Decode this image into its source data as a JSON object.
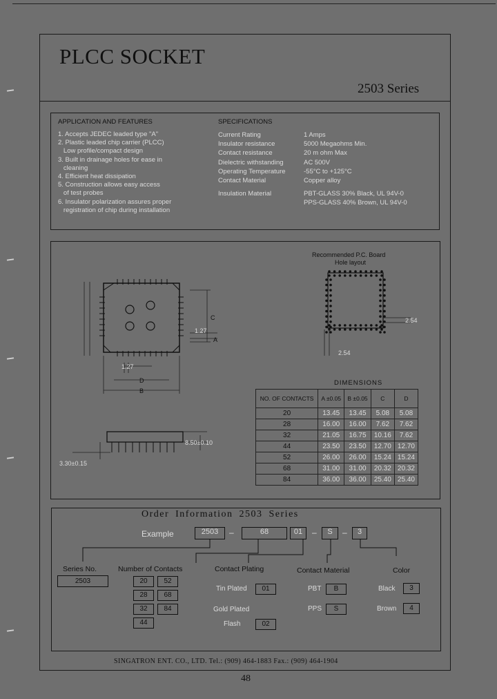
{
  "header": {
    "title": "PLCC SOCKET",
    "series": "2503 Series"
  },
  "features": {
    "heading": "APPLICATION AND FEATURES",
    "items": [
      "1. Accepts JEDEC leaded type \"A\"",
      "2. Plastic leaded chip carrier (PLCC)",
      "   Low profile/compact design",
      "3. Built in drainage holes for ease in",
      "   cleaning",
      "4. Efficient heat dissipation",
      "5. Construction allows easy access",
      "   of test probes",
      "6. Insulator polarization assures proper",
      "   registration of chip during installation"
    ]
  },
  "specifications": {
    "heading": "SPECIFICATIONS",
    "rows": [
      {
        "label": "Current Rating",
        "value": "1 Amps"
      },
      {
        "label": "Insulator resistance",
        "value": "5000 Megaohms Min."
      },
      {
        "label": "Contact resistance",
        "value": "20 m ohm Max"
      },
      {
        "label": "Dielectric withstanding",
        "value": "AC 500V"
      },
      {
        "label": "Operating Temperature",
        "value": "-55°C to +125°C"
      },
      {
        "label": "Contact Material",
        "value": "Copper alloy"
      },
      {
        "label": "Insulation Material",
        "value": "PBT-GLASS 30% Black, UL 94V-0"
      },
      {
        "label": "",
        "value": "PPS-GLASS 40% Brown, UL 94V-0"
      }
    ]
  },
  "drawing": {
    "pcb_note_1": "Recommended P.C. Board",
    "pcb_note_2": "Hole layout",
    "dim_127": "1.27",
    "dim_127b": "1.27",
    "dim_254": "2.54",
    "dim_254b": "2.54",
    "dim_height": "8.50±0.10",
    "dim_pin": "3.30±0.15",
    "label_a": "A",
    "label_b": "B",
    "label_c": "C",
    "label_d": "D"
  },
  "dimensions": {
    "title": "DIMENSIONS",
    "headers": [
      "NO. OF CONTACTS",
      "A ±0.05",
      "B ±0.05",
      "C",
      "D"
    ],
    "rows": [
      [
        "20",
        "13.45",
        "13.45",
        "5.08",
        "5.08"
      ],
      [
        "28",
        "16.00",
        "16.00",
        "7.62",
        "7.62"
      ],
      [
        "32",
        "21.05",
        "16.75",
        "10.16",
        "7.62"
      ],
      [
        "44",
        "23.50",
        "23.50",
        "12.70",
        "12.70"
      ],
      [
        "52",
        "26.00",
        "26.00",
        "15.24",
        "15.24"
      ],
      [
        "68",
        "31.00",
        "31.00",
        "20.32",
        "20.32"
      ],
      [
        "84",
        "36.00",
        "36.00",
        "25.40",
        "25.40"
      ]
    ]
  },
  "order": {
    "title": "Order Information 2503 Series",
    "example_label": "Example",
    "example_parts": [
      "2503",
      "68",
      "01",
      "S",
      "3"
    ],
    "series_no": {
      "heading": "Series No.",
      "value": "2503"
    },
    "contacts": {
      "heading": "Number of Contacts",
      "values": [
        "20",
        "52",
        "28",
        "68",
        "32",
        "84",
        "44"
      ]
    },
    "plating": {
      "heading": "Contact Plating",
      "tin_label": "Tin Plated",
      "tin_code": "01",
      "gold_label": "Gold Plated",
      "flash_label": "Flash",
      "flash_code": "02"
    },
    "material": {
      "heading": "Contact Material",
      "pbt_label": "PBT",
      "pbt_code": "B",
      "pps_label": "PPS",
      "pps_code": "S"
    },
    "color": {
      "heading": "Color",
      "black_label": "Black",
      "black_code": "3",
      "brown_label": "Brown",
      "brown_code": "4"
    }
  },
  "footer": {
    "company": "SINGATRON ENT. CO., LTD. Tel.: (909) 464-1883 Fax.: (909) 464-1904",
    "page": "48"
  }
}
